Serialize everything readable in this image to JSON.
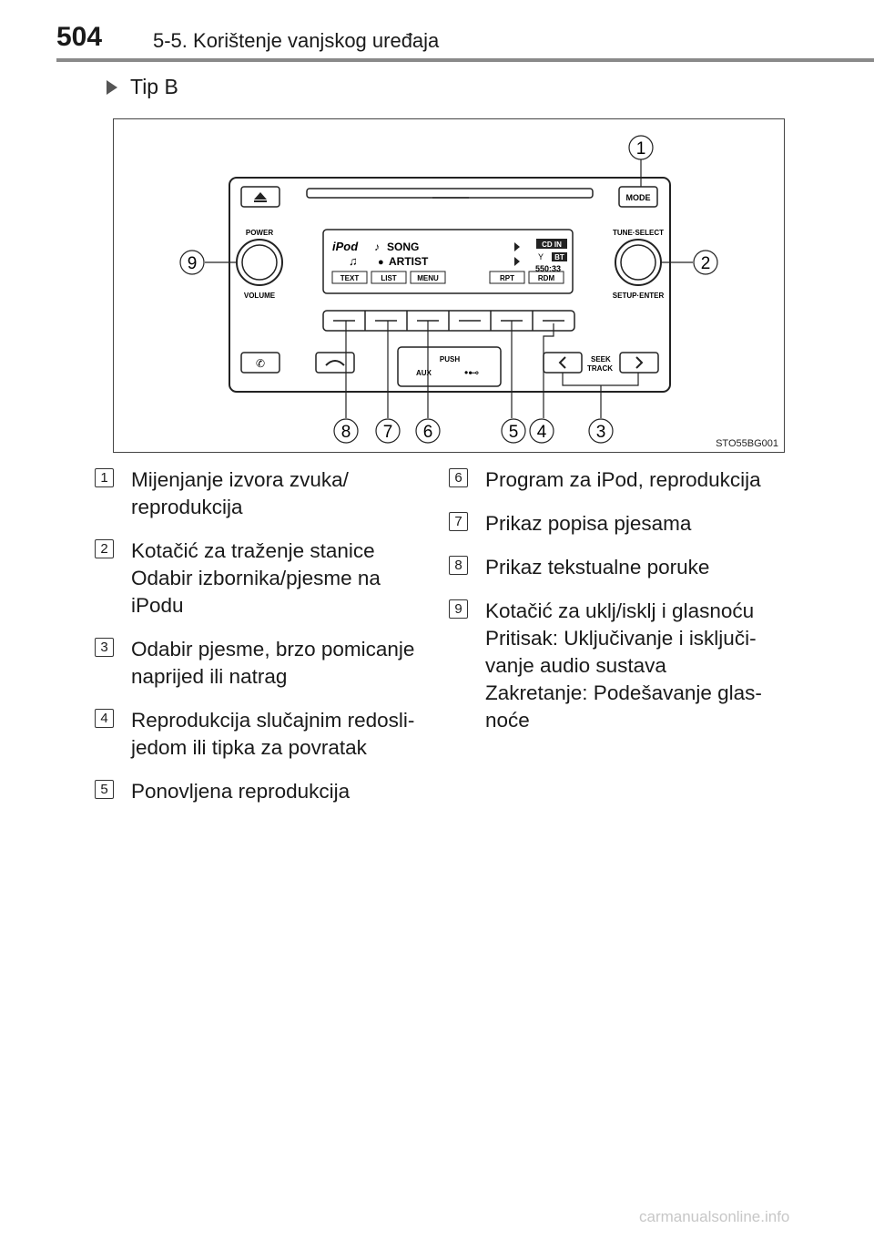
{
  "header": {
    "page_number": "504",
    "section_title": "5-5. Korištenje vanjskog uređaja"
  },
  "tip_label": "Tip B",
  "figure": {
    "code": "STO55BG001",
    "callouts": [
      "1",
      "2",
      "3",
      "4",
      "5",
      "6",
      "7",
      "8",
      "9"
    ],
    "panel": {
      "mode_label": "MODE",
      "power_label": "POWER",
      "volume_label": "VOLUME",
      "tune_select_label": "TUNE·SELECT",
      "setup_enter_label": "SETUP·ENTER",
      "push_label": "PUSH",
      "aux_label": "AUX",
      "seek_label": "SEEK",
      "track_label": "TRACK",
      "display": {
        "ipod": "iPod",
        "song": "SONG",
        "artist": "ARTIST",
        "cd_in": "CD IN",
        "bt": "BT",
        "time": "550:33",
        "soft_keys": [
          "TEXT",
          "LIST",
          "MENU",
          "RPT",
          "RDM"
        ]
      }
    }
  },
  "descriptions_left": [
    {
      "num": "1",
      "lines": [
        "Mijenjanje izvora zvuka/",
        "reprodukcija"
      ]
    },
    {
      "num": "2",
      "lines": [
        "Kotačić za traženje stanice",
        "Odabir izbornika/pjesme na",
        "iPodu"
      ]
    },
    {
      "num": "3",
      "lines": [
        "Odabir pjesme, brzo pomicanje",
        "naprijed ili natrag"
      ]
    },
    {
      "num": "4",
      "lines": [
        "Reprodukcija slučajnim redosli-",
        "jedom ili tipka za povratak"
      ]
    },
    {
      "num": "5",
      "lines": [
        "Ponovljena reprodukcija"
      ]
    }
  ],
  "descriptions_right": [
    {
      "num": "6",
      "lines": [
        "Program za iPod, reprodukcija"
      ]
    },
    {
      "num": "7",
      "lines": [
        "Prikaz popisa pjesama"
      ]
    },
    {
      "num": "8",
      "lines": [
        "Prikaz tekstualne poruke"
      ]
    },
    {
      "num": "9",
      "lines": [
        "Kotačić za uklj/isklj i glasnoću",
        "Pritisak: Uključivanje i isključi-",
        "vanje audio sustava",
        "Zakretanje: Podešavanje glas-",
        "noće"
      ]
    }
  ],
  "watermark": "carmanualsonline.info"
}
